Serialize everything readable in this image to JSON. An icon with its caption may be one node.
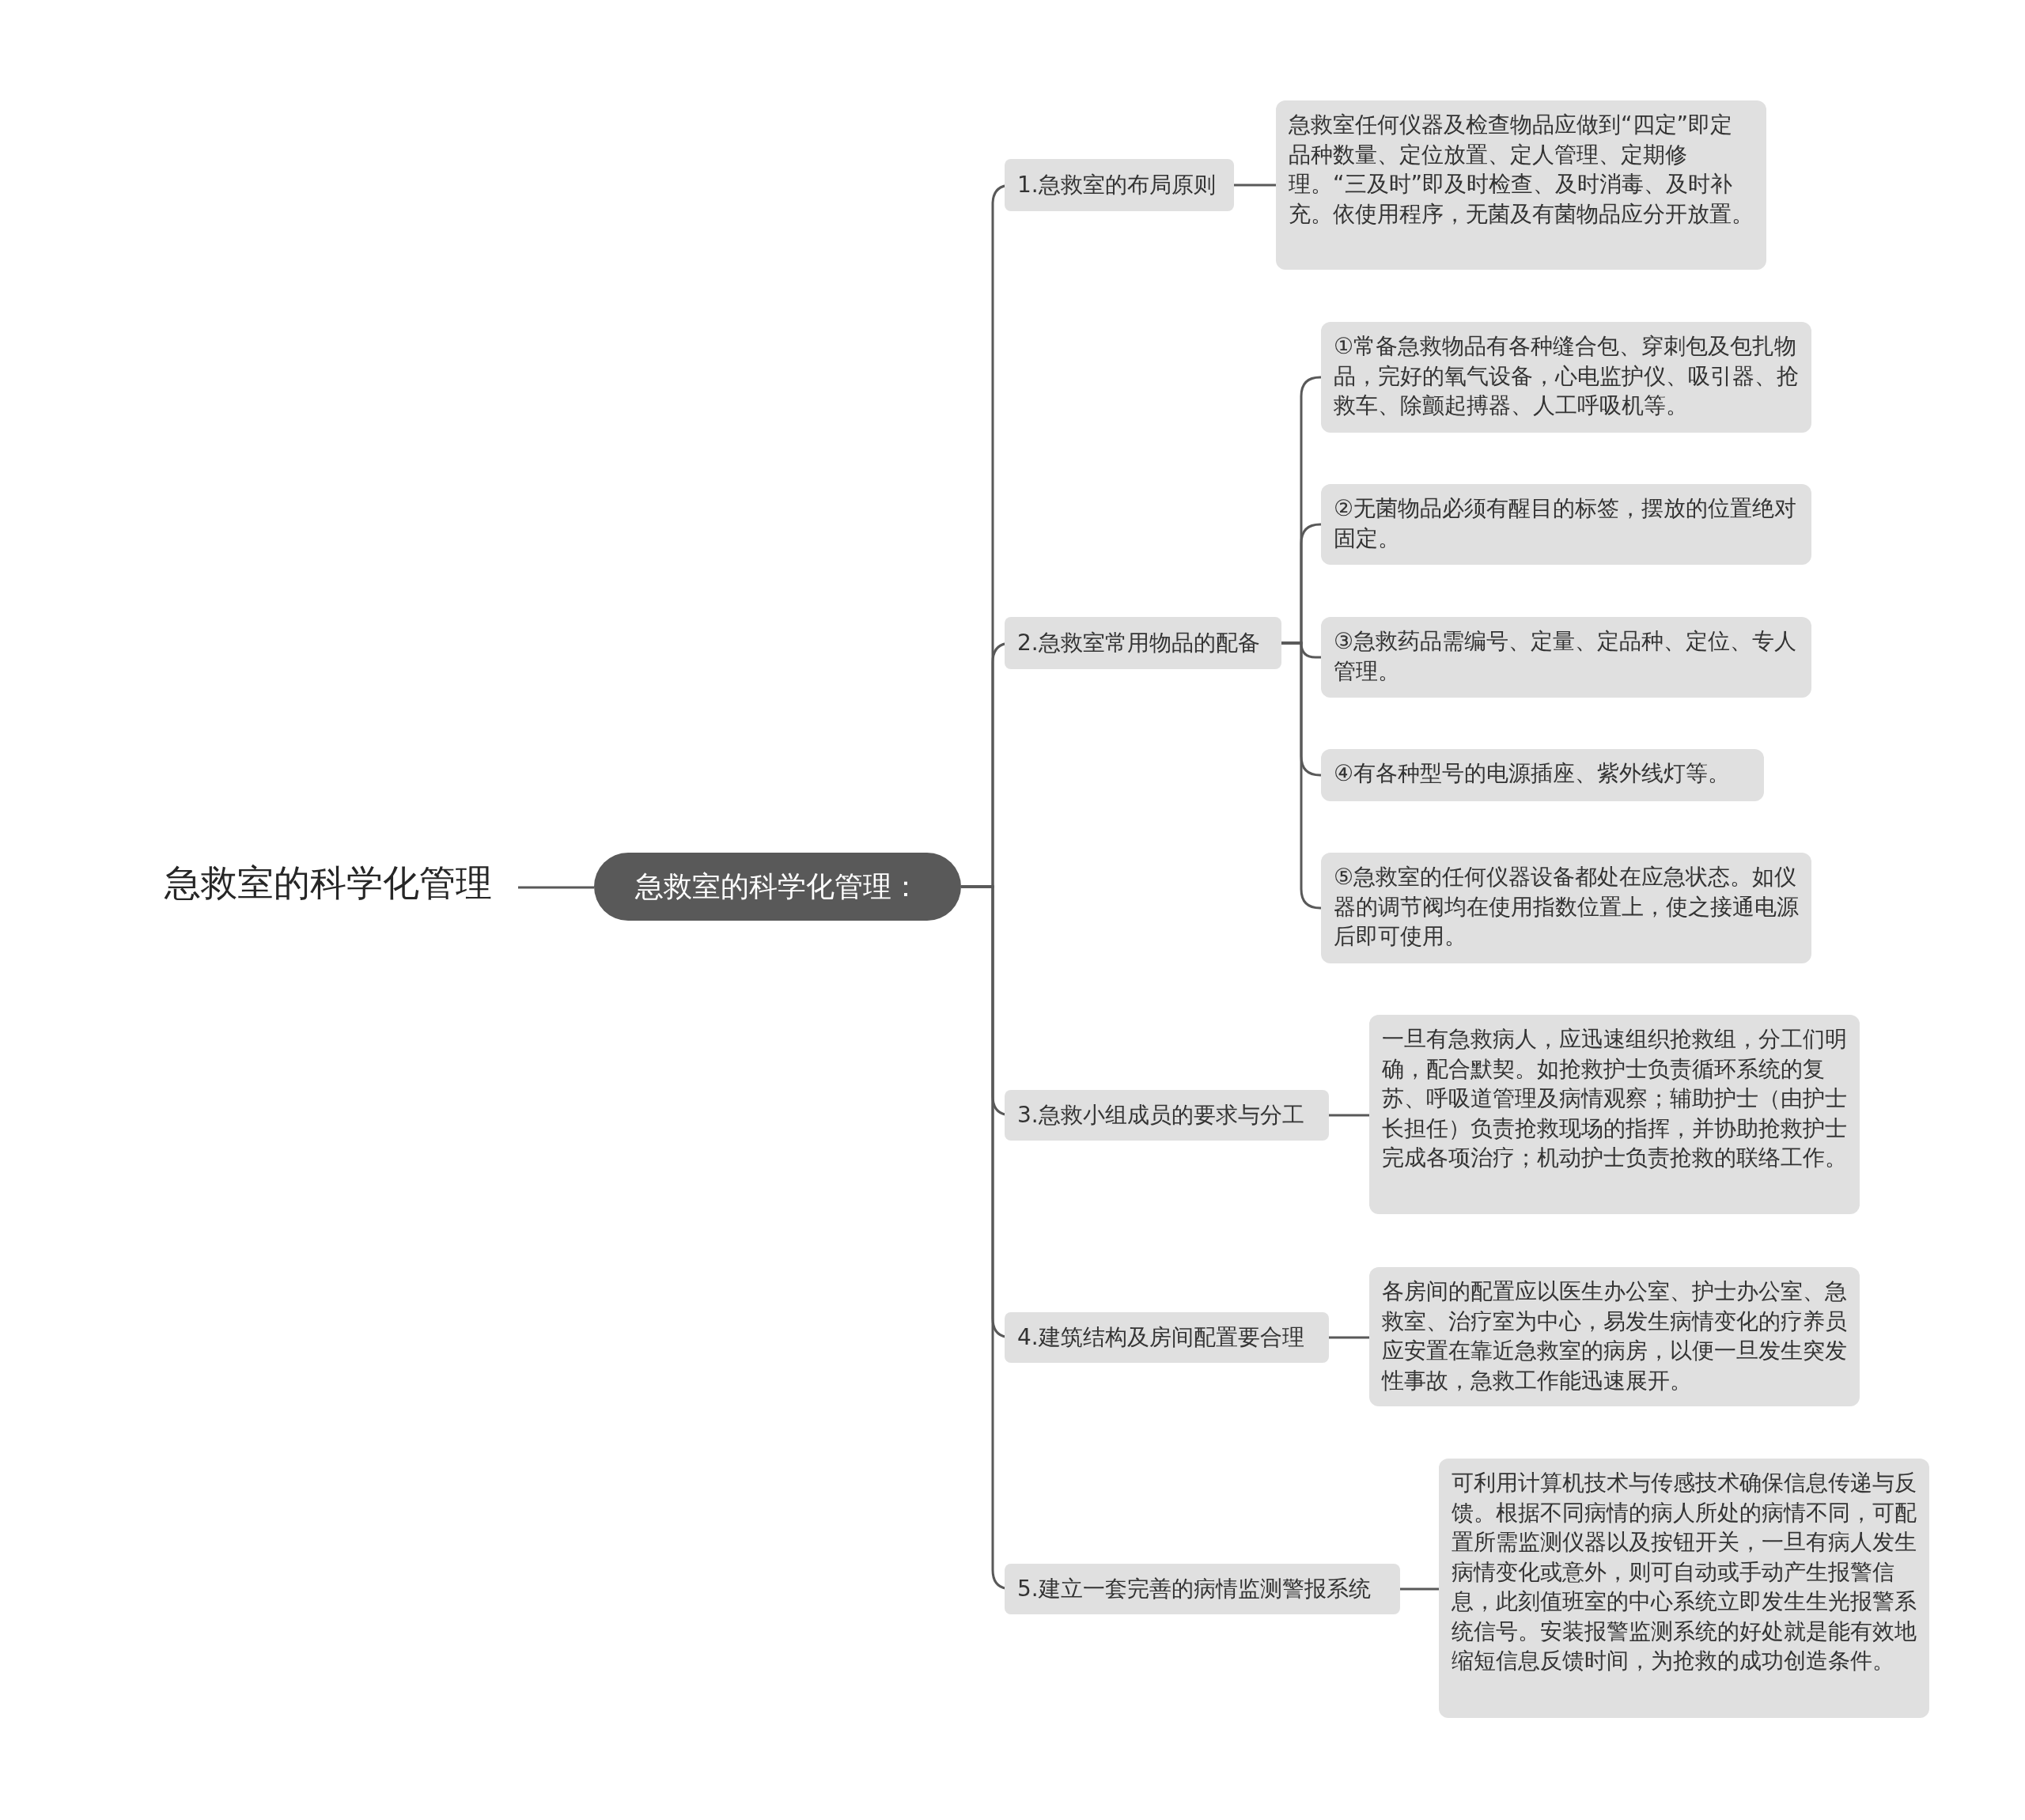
{
  "diagram": {
    "nodes": [
      {
        "text": [
          "急救室的科学化管理"
        ]
      },
      {
        "text": [
          "急救室的科学化管理："
        ]
      },
      {
        "text": [
          "1.急救室的布局原则"
        ]
      },
      {
        "text": [
          "急救室任何仪器及检查物品应做到“四定”即定品种数量、定位放置、定人管理、定期修理。“三及时”即及时检查、及时消毒、及时补充。依使用程序，无菌及有菌物品应分开放置。"
        ]
      },
      {
        "text": [
          "2.急救室常用物品的配备"
        ]
      },
      {
        "text": [
          "①常备急救物品有各种缝合包、穿刺包及包扎物品，完好的氧气设备，心电监护仪、吸引器、抢救车、除颤起搏器、人工呼吸机等。"
        ]
      },
      {
        "text": [
          "②无菌物品必须有醒目的标签，摆放的位置绝对固定。"
        ]
      },
      {
        "text": [
          "③急救药品需编号、定量、定品种、定位、专人管理。"
        ]
      },
      {
        "text": [
          "④有各种型号的电源插座、紫外线灯等。"
        ]
      },
      {
        "text": [
          "⑤急救室的任何仪器设备都处在应急状态。如仪器的调节阀均在使用指数位置上，使之接通电源后即可使用。"
        ]
      },
      {
        "text": [
          "3.急救小组成员的要求与分工"
        ]
      },
      {
        "text": [
          "一旦有急救病人，应迅速组织抢救组，分工们明确，配合默契。如抢救护士负责循环系统的复苏、呼吸道管理及病情观察；辅助护士（由护士长担任）负责抢救现场的指挥，并协助抢救护士完成各项治疗；机动护士负责抢救的联络工作。"
        ]
      },
      {
        "text": [
          "4.建筑结构及房间配置要合理"
        ]
      },
      {
        "text": [
          "各房间的配置应以医生办公室、护士办公室、急救室、治疗室为中心，易发生病情变化的疗养员应安置在靠近急救室的病房，以便一旦发生突发性事故，急救工作能迅速展开。"
        ]
      },
      {
        "text": [
          "5.建立一套完善的病情监测警报系统"
        ]
      },
      {
        "text": [
          "可利用计算机技术与传感技术确保信息传递与反馈。根据不同病情的病人所处的病情不同，可配置所需监测仪器以及按钮开关，一旦有病人发生病情变化或意外，则可自动或手动产生报警信息，此刻值班室的中心系统立即发生生光报警系统信号。安装报警监测系统的好处就是能有效地缩短信息反馈时间，为抢救的成功创造条件。"
        ]
      }
    ],
    "edges": [
      {
        "from": 0,
        "to": 1,
        "arrow": "none"
      },
      {
        "from": 1,
        "to": 2,
        "arrow": "none"
      },
      {
        "from": 1,
        "to": 4,
        "arrow": "none"
      },
      {
        "from": 1,
        "to": 10,
        "arrow": "none"
      },
      {
        "from": 1,
        "to": 12,
        "arrow": "none"
      },
      {
        "from": 1,
        "to": 14,
        "arrow": "none"
      },
      {
        "from": 2,
        "to": 3,
        "arrow": "none"
      },
      {
        "from": 4,
        "to": 5,
        "arrow": "none"
      },
      {
        "from": 4,
        "to": 6,
        "arrow": "none"
      },
      {
        "from": 4,
        "to": 7,
        "arrow": "none"
      },
      {
        "from": 4,
        "to": 8,
        "arrow": "none"
      },
      {
        "from": 4,
        "to": 9,
        "arrow": "none"
      },
      {
        "from": 10,
        "to": 11,
        "arrow": "none"
      },
      {
        "from": 12,
        "to": 13,
        "arrow": "none"
      },
      {
        "from": 14,
        "to": 15,
        "arrow": "none"
      }
    ]
  }
}
